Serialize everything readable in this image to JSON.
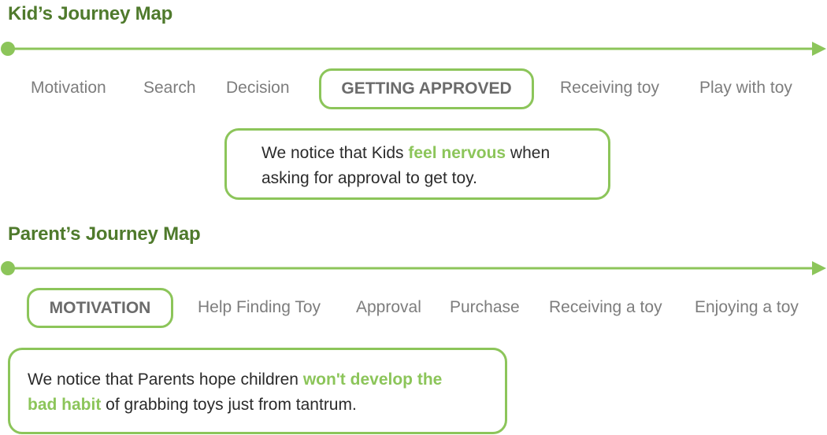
{
  "kids": {
    "title": "Kid’s Journey Map",
    "stages": [
      "Motivation",
      "Search",
      "Decision",
      "GETTING APPROVED",
      "Receiving toy",
      "Play with toy"
    ],
    "insight": {
      "prefix": "We notice that Kids ",
      "highlight": "feel nervous",
      "suffix": " when asking for approval to get toy."
    }
  },
  "parents": {
    "title": "Parent’s Journey Map",
    "stages": [
      "MOTIVATION",
      "Help Finding Toy",
      "Approval",
      "Purchase",
      "Receiving a toy",
      "Enjoying a toy"
    ],
    "insight": {
      "prefix": "We notice that Parents hope children ",
      "highlight": "won't develop the bad habit",
      "suffix": " of grabbing toys just from tantrum."
    }
  },
  "colors": {
    "accent": "#8cc55a",
    "title": "#4f7a2c",
    "stage": "#7d7d7d"
  }
}
